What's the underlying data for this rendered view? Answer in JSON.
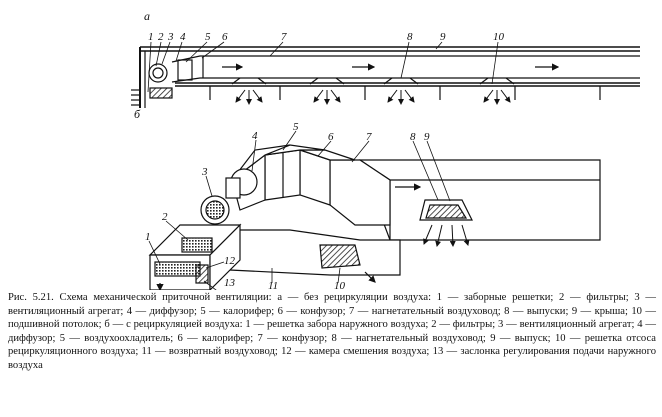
{
  "figure": {
    "sub_a": "а",
    "sub_b": "б",
    "labels_a": [
      "1",
      "2",
      "3",
      "4",
      "5",
      "6",
      "7",
      "8",
      "9",
      "10"
    ],
    "labels_b": [
      "1",
      "2",
      "3",
      "4",
      "5",
      "6",
      "7",
      "8",
      "9",
      "10",
      "11",
      "12",
      "13"
    ]
  },
  "caption": {
    "text": "Рис. 5.21. Схема механической приточной вентиляции: а — без рециркуляции воздуха: 1 — заборные решетки; 2 — фильтры; 3 — вентиляционный агрегат; 4 — диффузор; 5 — калорифер; 6 — конфузор; 7 — нагнетательный воздуховод; 8 — выпуски; 9 — крыша; 10 — подшивной потолок; б — с рециркуляцией воздуха: 1 — решетка забора наружного воздуха; 2 — фильтры; 3 — вентиляционный агрегат; 4 — диффузор; 5 — воздухоохладитель; 6 — калорифер; 7 — конфузор; 8 — нагнетательный воздуховод; 9 — выпуск; 10 — решетка отсоса рециркуляционного воздуха; 11 — возвратный воздуховод; 12 — камера смешения воздуха; 13 — заслонка регулирования подачи наружного воздуха"
  }
}
